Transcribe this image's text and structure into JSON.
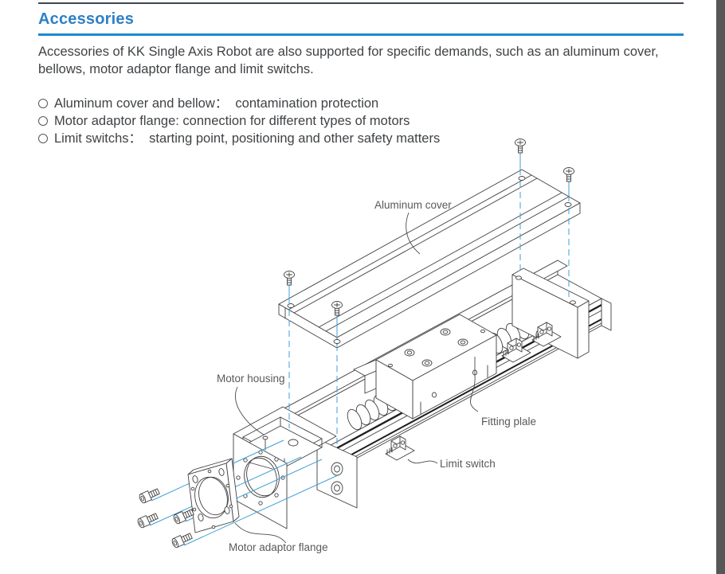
{
  "page": {
    "title": "Accessories",
    "intro": "Accessories of KK Single Axis Robot are also supported for specific demands, such as an aluminum cover, bellows, motor adaptor flange and limit switchs.",
    "bullets": [
      {
        "text": "Aluminum cover and bellow：  contamination protection"
      },
      {
        "text": "Motor adaptor flange: connection for different types of motors"
      },
      {
        "text": "Limit switchs：  starting point, positioning and other safety matters"
      }
    ],
    "colors": {
      "title_blue": "#2e80c4",
      "accent_rule_blue": "#1d8ace",
      "assembly_line_blue": "#3f9fd8",
      "page_edge_gray": "#575757"
    }
  },
  "diagram": {
    "labels": {
      "aluminum_cover": "Aluminum cover",
      "motor_housing": "Motor housing",
      "fitting_plate": "Fitting plale",
      "limit_switch": "Limit switch",
      "motor_adaptor_flange": "Motor adaptor flange"
    }
  }
}
